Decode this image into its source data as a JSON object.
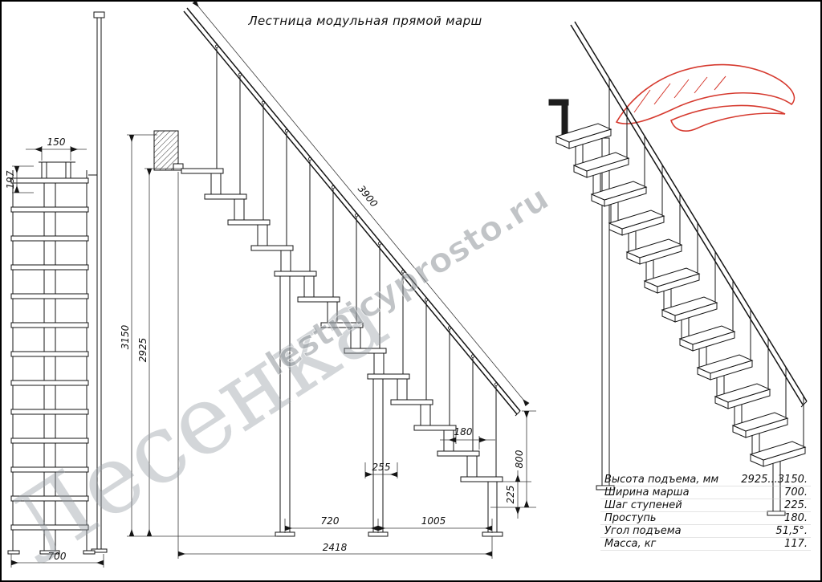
{
  "title": "Лестница модульная прямой марш",
  "watermarks": {
    "brand": "Лесенка",
    "site": "lestnicyprosto.ru"
  },
  "colors": {
    "accent_red": "#d63a2f",
    "line": "#141414",
    "watermark_gray": "#98a0a6"
  },
  "front_view": {
    "dim_width_top": "150",
    "dim_height_top": "197",
    "dim_width_total": "700"
  },
  "side_view": {
    "dim_rail_length": "3900",
    "dim_height_total": "3150",
    "dim_height_clear": "2925",
    "dim_tread_run": "180",
    "dim_module": "255",
    "dim_rise": "225",
    "dim_end_height": "800",
    "dim_span_left": "720",
    "dim_span_right": "1005",
    "dim_total_run": "2418"
  },
  "specs": {
    "rows": [
      {
        "label": "Высота подъема, мм",
        "value": "2925...3150."
      },
      {
        "label": "Ширина марша",
        "value": "700."
      },
      {
        "label": "Шаг ступеней",
        "value": "225."
      },
      {
        "label": "Проступь",
        "value": "180."
      },
      {
        "label": "Угол подъема",
        "value": "51,5°."
      },
      {
        "label": "Масса, кг",
        "value": "117."
      }
    ]
  }
}
